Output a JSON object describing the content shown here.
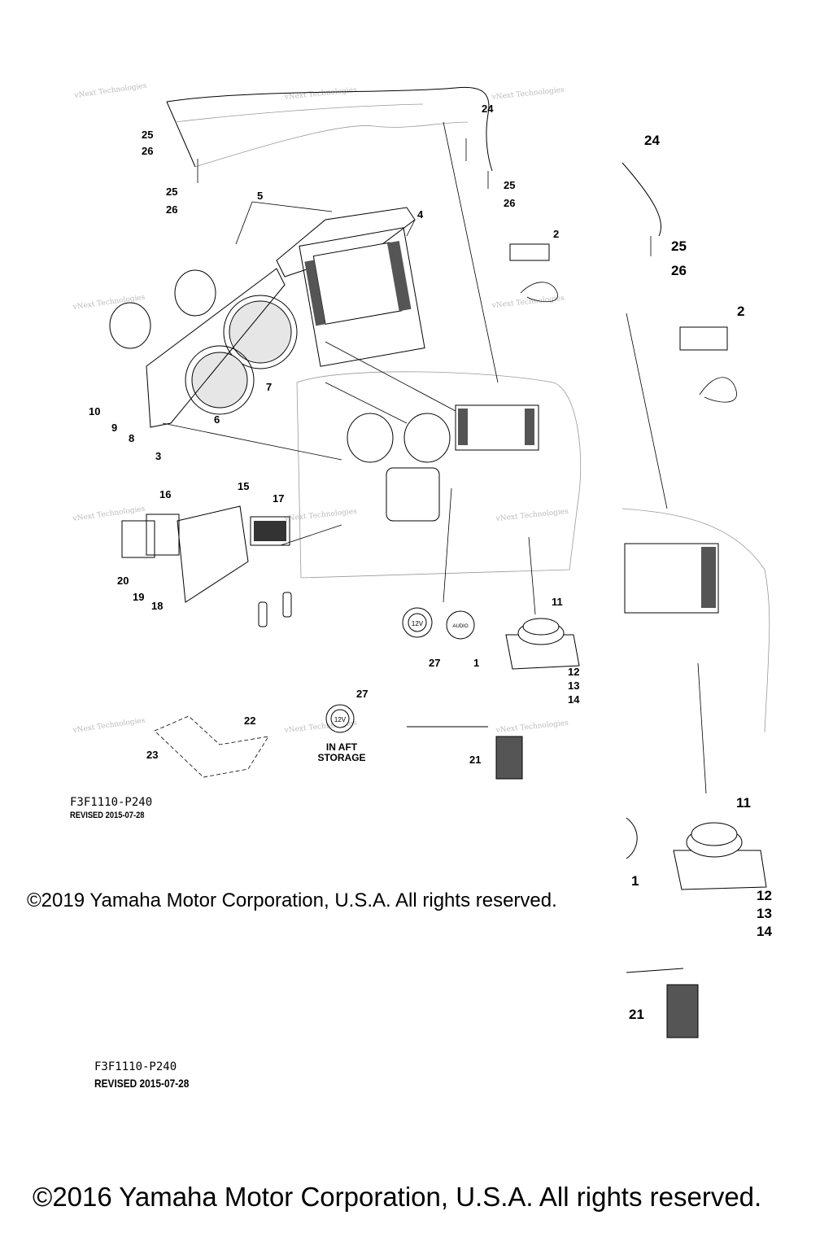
{
  "callouts": {
    "c24a": "24",
    "c24b": "24",
    "c25a": "25",
    "c26a": "26",
    "c25b": "25",
    "c26b": "26",
    "c25c": "25",
    "c26c": "26",
    "c25d": "25",
    "c26d": "26",
    "c5": "5",
    "c4": "4",
    "c2a": "2",
    "c2b": "2",
    "c7": "7",
    "c6": "6",
    "c3": "3",
    "c10": "10",
    "c9": "9",
    "c8": "8",
    "c16": "16",
    "c15": "15",
    "c17": "17",
    "c20": "20",
    "c19": "19",
    "c18": "18",
    "c11a": "11",
    "c12a": "12",
    "c13a": "13",
    "c14a": "14",
    "c27a": "27",
    "c1a": "1",
    "c27b": "27",
    "c22": "22",
    "c23": "23",
    "c21a": "21",
    "c11b": "11",
    "c12b": "12",
    "c13b": "13",
    "c14b": "14",
    "c1b": "1",
    "c21b": "21"
  },
  "icons": {
    "socket_label": "12V",
    "audio_label": "AUDIO"
  },
  "notes": {
    "aft_storage": "IN AFT\nSTORAGE"
  },
  "watermark": "vNext Technologies",
  "diagram_code_1": "F3F1110-P240",
  "revised_1": "REVISED 2015-07-28",
  "copyright_1": "©2019 Yamaha Motor Corporation, U.S.A. All rights reserved.",
  "diagram_code_2": "F3F1110-P240",
  "revised_2": "REVISED 2015-07-28",
  "copyright_2": "©2016 Yamaha Motor Corporation, U.S.A. All rights reserved."
}
